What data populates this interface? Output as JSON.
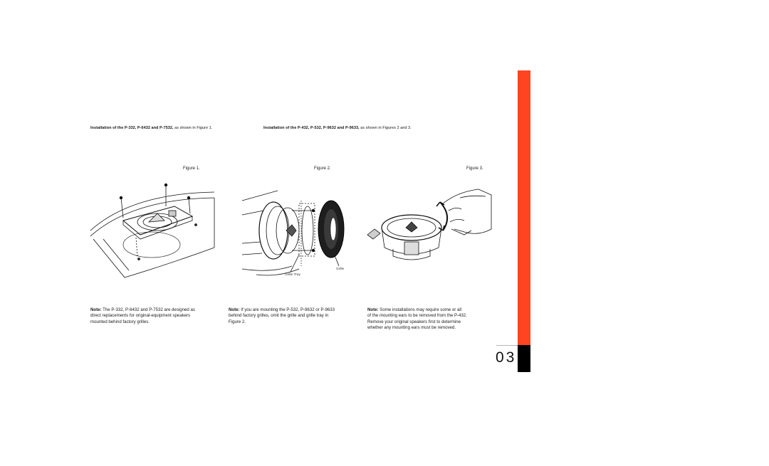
{
  "headings": {
    "left": {
      "prefix": "Installation of the ",
      "models": "P-332, P-6432 and P-7532,",
      "suffix": " as shown in Figure 1."
    },
    "right": {
      "prefix": "Installation of the ",
      "models": "P-432, P-532, P-9632 and P-9633,",
      "suffix": " as shown in Figures 2 and 3."
    }
  },
  "figures": {
    "fig1": {
      "label": "Figure 1."
    },
    "fig2": {
      "label": "Figure 2.",
      "callout_grille_tray": "Grille Tray",
      "callout_grille": "Grille"
    },
    "fig3": {
      "label": "Figure 3."
    }
  },
  "notes": {
    "note1": {
      "lead": "Note:",
      "line1": " The P-332, P-6432 and P-7532 are designed as",
      "line2": "direct replacements for original-equipment speakers",
      "line3": "mounted behind factory grilles."
    },
    "note2": {
      "lead": "Note:",
      "line1": " If you are mounting the P-532, P-9632 or P-9633",
      "line2": "behind factory grilles, omit the grille and grille tray in",
      "line3": "Figure 2."
    },
    "note3": {
      "lead": "Note:",
      "line1": " Some installations may require some or all",
      "line2": "of the mounting ears to be removed from the P-432.",
      "line3": "Remove your original speakers first to determine",
      "line4": "whether any mounting ears must be removed."
    }
  },
  "page": {
    "number": "03"
  },
  "colors": {
    "accent_bar": "#ff4422",
    "tab": "#000000"
  }
}
